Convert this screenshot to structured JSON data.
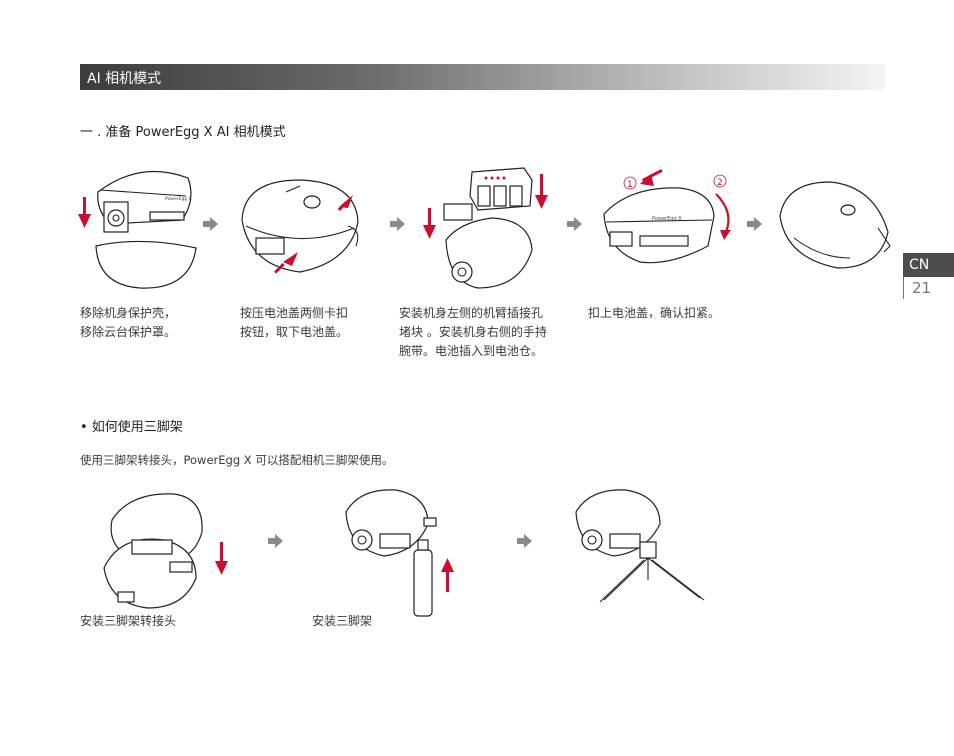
{
  "header": {
    "title": "AI 相机模式"
  },
  "section": {
    "title": "一 . 准备 PowerEgg X AI 相机模式"
  },
  "steps": [
    {
      "caption_line1": "移除机身保护壳，",
      "caption_line2": "移除云台保护罩。",
      "caption_line3": ""
    },
    {
      "caption_line1": "按压电池盖两侧卡扣",
      "caption_line2": "按钮，取下电池盖。",
      "caption_line3": ""
    },
    {
      "caption_line1": "安装机身左侧的机臂插接孔",
      "caption_line2": "堵块 。安装机身右侧的手持",
      "caption_line3": "腕带。电池插入到电池仓。"
    },
    {
      "caption_line1": "扣上电池盖，确认扣紧。",
      "caption_line2": "",
      "caption_line3": ""
    }
  ],
  "tripod": {
    "heading": "• 如何使用三脚架",
    "intro": "使用三脚架转接头，PowerEgg X 可以搭配相机三脚架使用。",
    "caption_adapter": "安装三脚架转接头",
    "caption_tripod": "安装三脚架"
  },
  "illustration_labels": {
    "brand": "PowerEgg X",
    "marker1": "1",
    "marker2": "2"
  },
  "page_tab": {
    "lang": "CN",
    "page": "21"
  },
  "colors": {
    "accent_red": "#c8102e",
    "arrow_gray": "#8a8a8a",
    "tab_bg": "#4d4d4d"
  }
}
